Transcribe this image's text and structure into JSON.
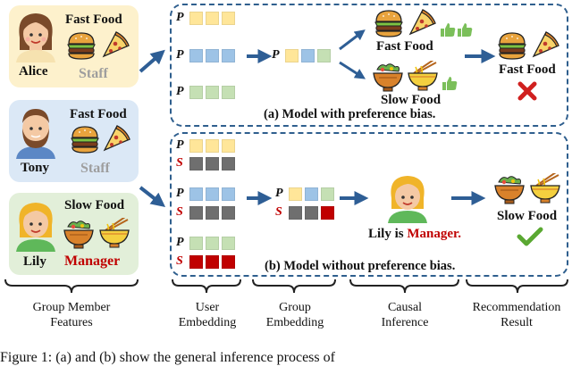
{
  "members": [
    {
      "name": "Alice",
      "food": "Fast Food",
      "role": "Staff"
    },
    {
      "name": "Tony",
      "food": "Fast Food",
      "role": "Staff"
    },
    {
      "name": "Lily",
      "food": "Slow Food",
      "role": "Manager"
    }
  ],
  "labels": {
    "p": "P",
    "s": "S"
  },
  "panel_a": {
    "mid_food_top": "Fast Food",
    "mid_food_bottom": "Slow Food",
    "result_food": "Fast Food",
    "caption": "(a) Model with preference bias."
  },
  "panel_b": {
    "causal_prefix": "Lily is ",
    "causal_role": "Manager.",
    "result_food": "Slow Food",
    "caption": "(b) Model without preference bias."
  },
  "footer": {
    "group_member_features": "Group Member Features",
    "user_embedding": "User Embedding",
    "group_embedding": "Group Embedding",
    "causal_inference": "Causal Inference",
    "recommendation_result": "Recommendation Result"
  },
  "figure_caption_fragment": "Figure 1: (a) and (b) show the general inference process of",
  "colors": {
    "alice_bg": "#fdf1cc",
    "tony_bg": "#dbe8f6",
    "lily_bg": "#e2efd9",
    "dash": "#2f5f8e",
    "arrow": "#2e5e95",
    "manager": "#c00000",
    "staff": "#9e9e9e",
    "user_yellow": "#ffe699",
    "user_blue": "#9dc3e6",
    "user_green": "#c5e0b4",
    "s_gray": "#6f6f6f",
    "s_red": "#c00000",
    "check": "#5aa832",
    "cross": "#d0201f"
  }
}
